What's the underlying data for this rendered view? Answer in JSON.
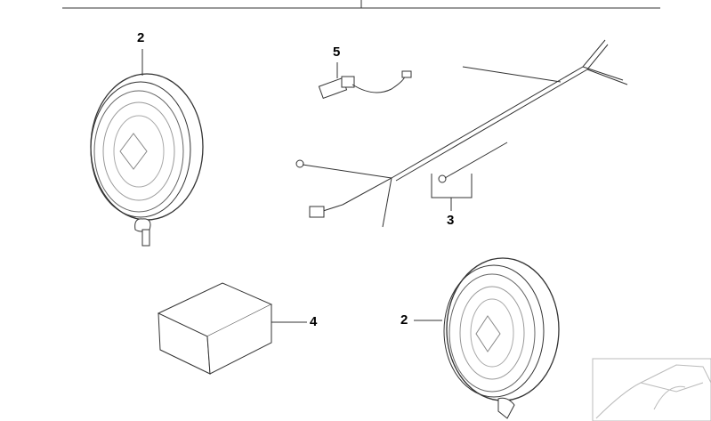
{
  "diagram": {
    "callouts": [
      {
        "id": "lamp-top-left",
        "label": "2"
      },
      {
        "id": "bulb",
        "label": "5"
      },
      {
        "id": "wiring-harness",
        "label": "3"
      },
      {
        "id": "box",
        "label": "4"
      },
      {
        "id": "lamp-bottom-right",
        "label": "2"
      }
    ]
  }
}
